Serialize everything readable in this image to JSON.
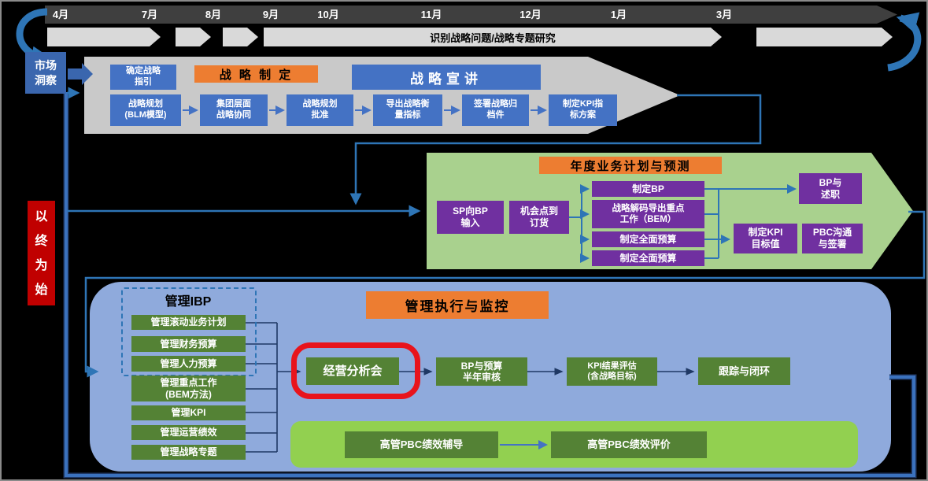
{
  "timeline": {
    "months": [
      "4月",
      "7月",
      "8月",
      "9月",
      "10月",
      "11月",
      "12月",
      "1月",
      "3月"
    ],
    "research_label": "识别战略问题/战略专题研究"
  },
  "left": {
    "market_insight": "市场\n洞察",
    "end_to_begin": "以\n终\n为\n始"
  },
  "strategy": {
    "title": "战 略 制 定",
    "preach": "战略宣讲",
    "guide": "确定战略\n指引",
    "steps": [
      "战略规划\n(BLM模型)",
      "集团层面\n战略协同",
      "战略规划\n批准",
      "导出战略衡\n量指标",
      "签署战略归\n档件",
      "制定KPI指\n标方案"
    ]
  },
  "annual": {
    "title": "年度业务计划与预测",
    "sp_input": "SP向BP\n输入",
    "opportunity": "机会点到\n订货",
    "fan": [
      "制定BP",
      "战略解码导出重点\n工作（BEM）",
      "制定全面预算",
      "制定全面预算"
    ],
    "kpi_target": "制定KPI\n目标值",
    "pbc_sign": "PBC沟通\n与签署",
    "bp_report": "BP与\n述职"
  },
  "manage": {
    "ibp_title": "管理IBP",
    "title": "管理执行与监控",
    "list": [
      "管理滚动业务计划",
      "管理财务预算",
      "管理人力预算",
      "管理重点工作\n(BEM方法)",
      "管理KPI",
      "管理运营绩效",
      "管理战略专题"
    ],
    "flow": [
      "经营分析会",
      "BP与预算\n半年审核",
      "KPI结果评估\n(含战略目标)",
      "跟踪与闭环"
    ],
    "pbc_bar": [
      "高管PBC绩效辅导",
      "高管PBC绩效评价"
    ]
  },
  "colors": {
    "accent_blue": "#4472C4",
    "purple": "#7030A0",
    "orange": "#ED7D31",
    "dark_green": "#548235",
    "light_green_region": "#A9D18E",
    "bright_green_bar": "#92D050",
    "blue_region": "#8FAADC",
    "gray_region": "#C9C9C9",
    "timeline_bar": "#3F3F3F",
    "connector_blue": "#2E75B6",
    "connector_navy": "#1F3864",
    "highlight_red": "#E8141C",
    "deep_red": "#C00000"
  }
}
